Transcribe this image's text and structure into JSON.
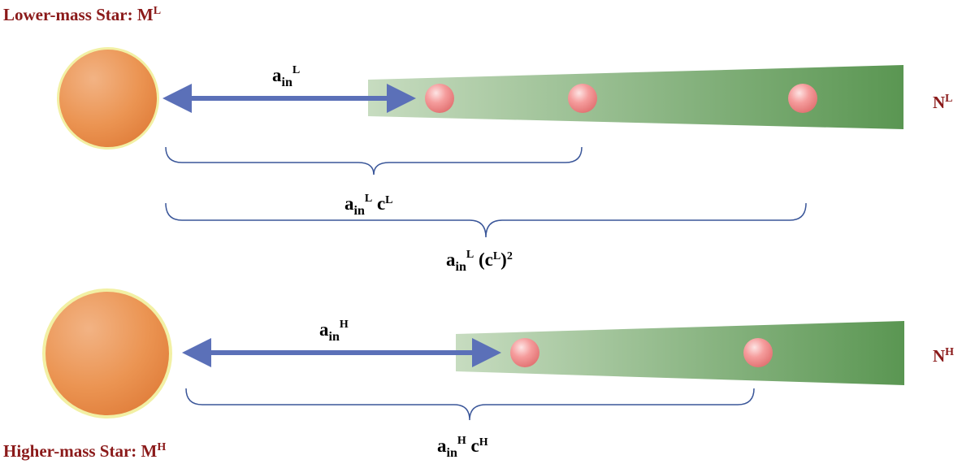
{
  "colors": {
    "label": "#8b1a1a",
    "arrow": "#5b70b8",
    "brace": "#3a5699",
    "disk_light": "#c7dcc0",
    "disk_dark": "#5a9652",
    "planet": "#f08a8a",
    "star": "#ea8d48",
    "star_glow": "#e6e07a"
  },
  "icons": [
    "star",
    "planet",
    "arrow",
    "brace"
  ],
  "lower": {
    "title_main": "Lower-mass Star: M",
    "title_sup": "L",
    "n_main": "N",
    "n_sup": "L",
    "arrow_a": "a",
    "arrow_sub": "in",
    "arrow_sup": "L",
    "brace1_a": "a",
    "brace1_sub": "in",
    "brace1_sup": "L",
    "brace1_c": " c",
    "brace1_csup": "L",
    "brace2_a": "a",
    "brace2_sub": "in",
    "brace2_sup": "L",
    "brace2_open": " (c",
    "brace2_csup": "L",
    "brace2_close": ")",
    "brace2_pow": "2"
  },
  "higher": {
    "title_main": "Higher-mass Star: M",
    "title_sup": "H",
    "n_main": "N",
    "n_sup": "H",
    "arrow_a": "a",
    "arrow_sub": "in",
    "arrow_sup": "H",
    "brace1_a": "a",
    "brace1_sub": "in",
    "brace1_sup": "H",
    "brace1_c": " c",
    "brace1_csup": "H"
  }
}
